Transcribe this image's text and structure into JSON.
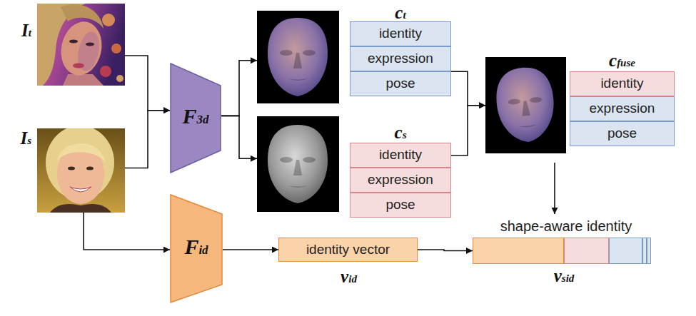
{
  "diagram": {
    "nodes": [
      {
        "text": [
          "It"
        ]
      },
      {
        "text": [
          "Is"
        ]
      },
      {
        "text": [
          "F3d"
        ]
      },
      {
        "text": [
          "ct"
        ]
      },
      {
        "text": [
          "identity"
        ],
        "in": 3
      },
      {
        "text": [
          "expression"
        ],
        "in": 3
      },
      {
        "text": [
          "pose"
        ],
        "in": 3
      },
      {
        "text": [
          "cs"
        ]
      },
      {
        "text": [
          "identity"
        ],
        "in": 7
      },
      {
        "text": [
          "expression"
        ],
        "in": 7
      },
      {
        "text": [
          "pose"
        ],
        "in": 7
      },
      {
        "text": [
          "cfuse"
        ]
      },
      {
        "text": [
          "identity"
        ],
        "in": 11
      },
      {
        "text": [
          "expression"
        ],
        "in": 11
      },
      {
        "text": [
          "pose"
        ],
        "in": 11
      },
      {
        "text": [
          "Fid"
        ]
      },
      {
        "text": [
          "identity vector",
          "vid"
        ]
      },
      {
        "text": [
          "shape-aware identity",
          "vsid"
        ]
      }
    ],
    "edges": [
      {
        "from": 0,
        "to": 2,
        "arrow": "to"
      },
      {
        "from": 1,
        "to": 2,
        "arrow": "to"
      },
      {
        "from": 1,
        "to": 15,
        "arrow": "to"
      },
      {
        "from": 2,
        "to": 3,
        "arrow": "to"
      },
      {
        "from": 2,
        "to": 7,
        "arrow": "to"
      },
      {
        "from": 3,
        "to": 11,
        "arrow": "to"
      },
      {
        "from": 7,
        "to": 11,
        "arrow": "to"
      },
      {
        "from": 11,
        "to": 17,
        "arrow": "to"
      },
      {
        "from": 15,
        "to": 16,
        "arrow": "to"
      },
      {
        "from": 16,
        "to": 17,
        "arrow": "to"
      }
    ]
  }
}
